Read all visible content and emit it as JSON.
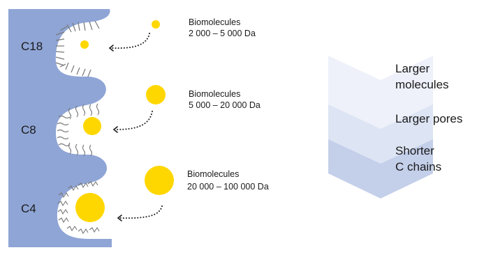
{
  "pores": [
    {
      "label": "C18",
      "title": "Biomolecules",
      "range": "2 000 – 5 000 Da"
    },
    {
      "label": "C8",
      "title": "Biomolecules",
      "range": "5 000 – 20 000 Da"
    },
    {
      "label": "C4",
      "title": "Biomolecules",
      "range": "20 000 – 100 000 Da"
    }
  ],
  "chevrons": [
    {
      "line1": "Larger",
      "line2": "molecules"
    },
    {
      "line1": "Larger pores",
      "line2": ""
    },
    {
      "line1": "Shorter",
      "line2": "C chains"
    }
  ],
  "colors": {
    "support": "#8fa5d6",
    "molecule": "#ffd700",
    "chevron_light": "#eef1fa",
    "chevron_mid": "#dde4f3",
    "chevron_dark": "#c4cfea",
    "chain": "#777777"
  }
}
